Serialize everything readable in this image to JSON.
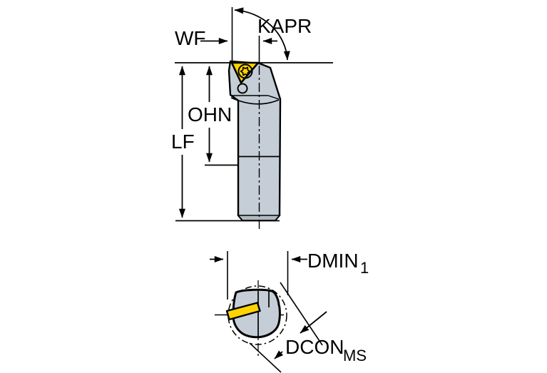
{
  "diagram": {
    "labels": {
      "wf": "WF",
      "kapr": "KAPR",
      "ohn": "OHN",
      "lf": "LF",
      "dmin_base": "DMIN",
      "dmin_sub": "1",
      "dcon_base": "DCON",
      "dcon_sub": "MS"
    },
    "colors": {
      "insert_yellow": "#FFD400",
      "body_gray": "#C5CED6",
      "chamfer_gray": "#AEB9C1",
      "line_black": "#000000",
      "background": "#FFFFFF"
    }
  }
}
